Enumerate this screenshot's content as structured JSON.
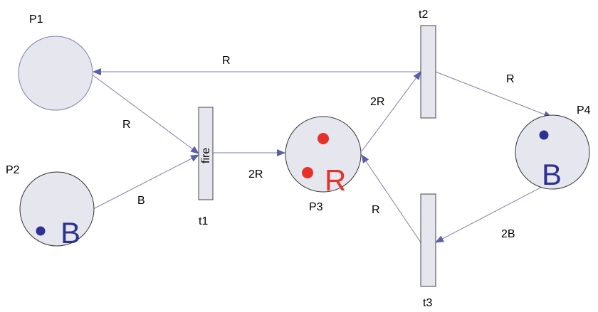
{
  "places": {
    "p1": {
      "label": "P1"
    },
    "p2": {
      "label": "P2",
      "token_label": "B"
    },
    "p3": {
      "label": "P3",
      "token_label": "R"
    },
    "p4": {
      "label": "P4",
      "token_label": "B"
    }
  },
  "transitions": {
    "t1": {
      "label": "t1",
      "inner_label": "fire"
    },
    "t2": {
      "label": "t2"
    },
    "t3": {
      "label": "t3"
    }
  },
  "arcs": {
    "t2_p1": "R",
    "p1_t1": "R",
    "p2_t1": "B",
    "t1_p3": "2R",
    "p3_t2": "2R",
    "t2_p4": "R",
    "p4_t3": "2B",
    "t3_p3": "R"
  },
  "colors": {
    "red_token": "#e8302a",
    "blue_token": "#2e3192",
    "place_fill": "#e6e6ef",
    "arc": "#7b7fb5"
  }
}
